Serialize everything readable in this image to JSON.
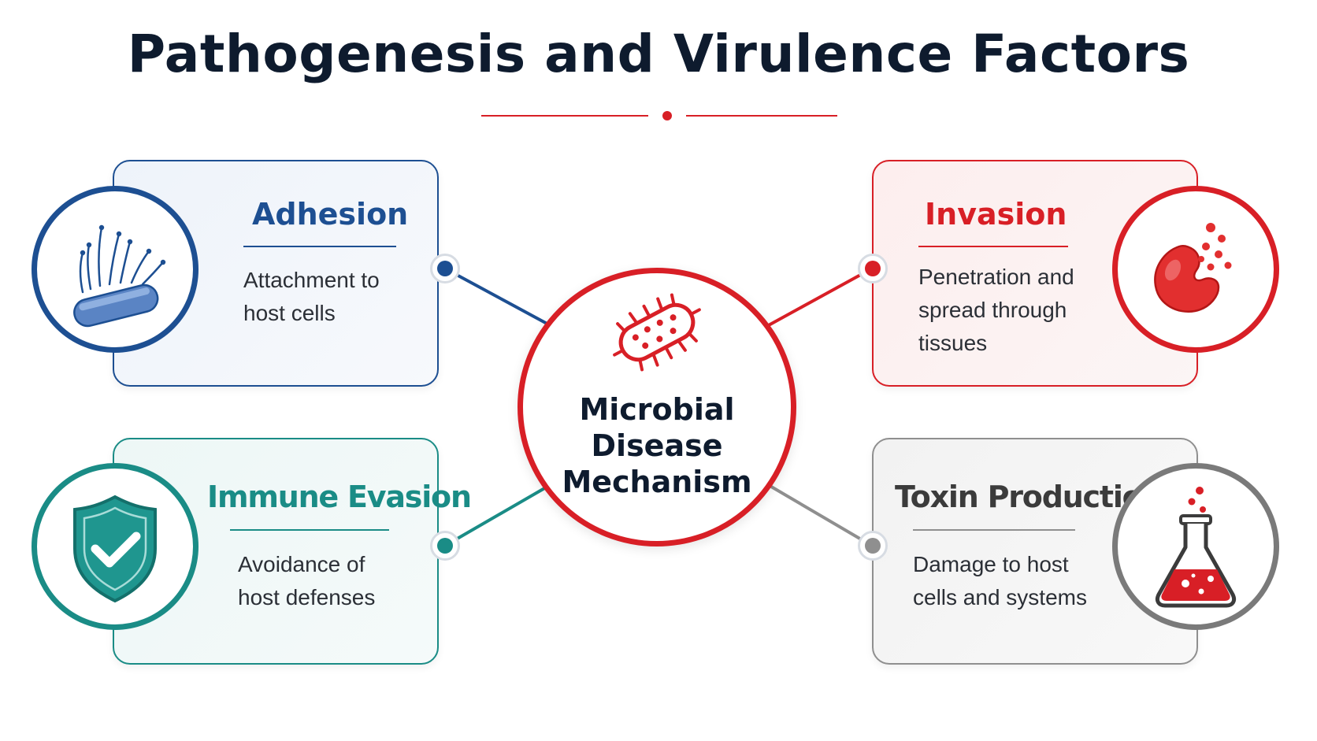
{
  "title": "Pathogenesis and Virulence Factors",
  "colors": {
    "adhesion": "#1d4f92",
    "invasion": "#d81f26",
    "evasion": "#1a8c86",
    "toxin": "#8f8f8f",
    "title": "#0e1b2e",
    "center_ring": "#d81f26"
  },
  "center": {
    "label_line1": "Microbial",
    "label_line2": "Disease",
    "label_line3": "Mechanism",
    "icon": "bacterium-icon"
  },
  "factors": {
    "adhesion": {
      "title": "Adhesion",
      "description": "Attachment to\nhost cells",
      "icon": "bacterium-pili-icon"
    },
    "invasion": {
      "title": "Invasion",
      "description": "Penetration and\nspread through\ntissues",
      "icon": "cell-invasion-icon"
    },
    "immune_evasion": {
      "title": "Immune Evasion",
      "description": "Avoidance of\nhost defenses",
      "icon": "shield-check-icon"
    },
    "toxin_production": {
      "title": "Toxin Production",
      "description": "Damage to host\ncells and systems",
      "icon": "flask-icon"
    }
  }
}
